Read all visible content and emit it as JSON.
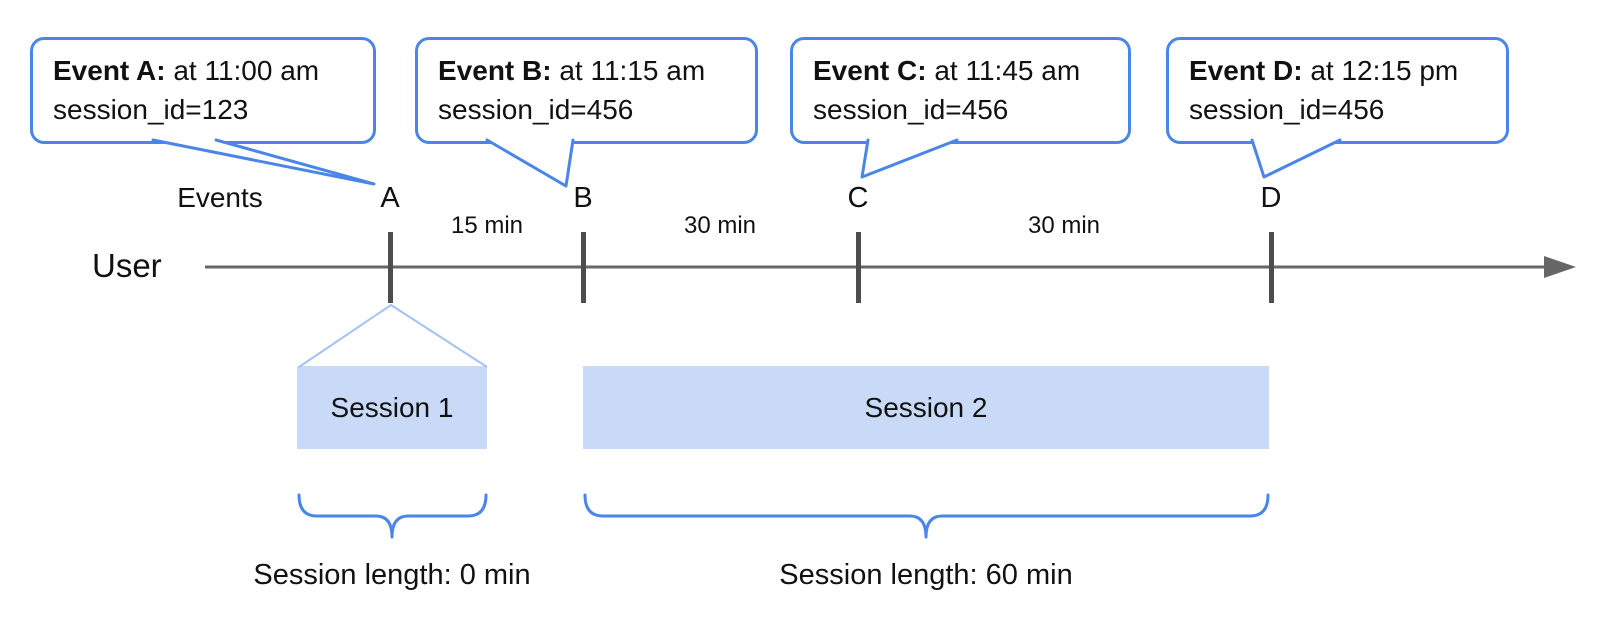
{
  "diagram": {
    "events_row_label": "Events",
    "user_row_label": "User",
    "event_bubbles": [
      {
        "marker": "A",
        "bold": "Event A:",
        "rest": " at 11:00 am",
        "line2": "session_id=123"
      },
      {
        "marker": "B",
        "bold": "Event B:",
        "rest": " at 11:15 am",
        "line2": "session_id=456"
      },
      {
        "marker": "C",
        "bold": "Event C:",
        "rest": " at 11:45 am",
        "line2": "session_id=456"
      },
      {
        "marker": "D",
        "bold": "Event D:",
        "rest": " at 12:15 pm",
        "line2": "session_id=456"
      }
    ],
    "intervals": [
      {
        "label": "15 min"
      },
      {
        "label": "30 min"
      },
      {
        "label": "30 min"
      }
    ],
    "sessions": [
      {
        "label": "Session 1",
        "length_label": "Session length: 0 min"
      },
      {
        "label": "Session 2",
        "length_label": "Session length: 60 min"
      }
    ],
    "colors": {
      "bubble_border": "#4a86e8",
      "brace_stroke": "#4a86e8",
      "funnel_stroke": "#a4c2f4",
      "session_fill": "#c9daf8",
      "timeline_line": "#666666",
      "event_tick": "#4d4d4d",
      "text": "#111111"
    }
  }
}
